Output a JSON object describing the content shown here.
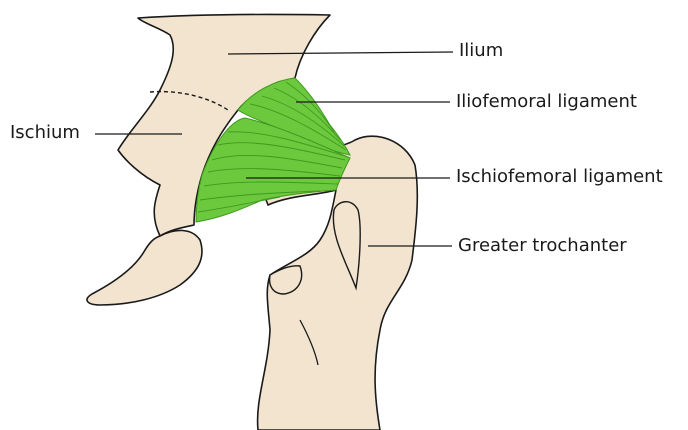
{
  "diagram": {
    "labels": {
      "ilium": "Ilium",
      "iliofemoral_ligament": "Iliofemoral ligament",
      "ischium": "Ischium",
      "ischiofemoral_ligament": "Ischiofemoral ligament",
      "greater_trochanter": "Greater trochanter"
    },
    "colors": {
      "bone_fill": "#f2e4cf",
      "bone_outline": "#1a1a1a",
      "ligament_fill": "#6cc93d",
      "ligament_fiber": "#3f9a1f",
      "leader_line": "#1a1a1a",
      "background": "#ffffff"
    }
  }
}
